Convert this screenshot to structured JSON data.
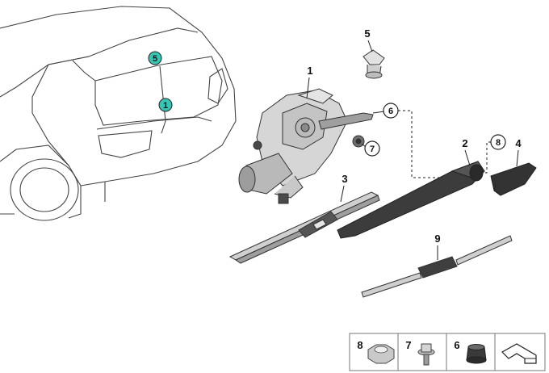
{
  "parts": [
    {
      "number": "1",
      "name": "wiper-motor"
    },
    {
      "number": "2",
      "name": "wiper-arm"
    },
    {
      "number": "3",
      "name": "wiper-blade"
    },
    {
      "number": "4",
      "name": "arm-cover-cap"
    },
    {
      "number": "5",
      "name": "clip"
    },
    {
      "number": "9",
      "name": "wiper-shaft"
    }
  ],
  "callouts": [
    {
      "number": "6",
      "name": "seal-callout"
    },
    {
      "number": "7",
      "name": "bolt-callout"
    },
    {
      "number": "8",
      "name": "nut-callout"
    }
  ],
  "vehicle_markers": [
    "5",
    "1"
  ],
  "legend": [
    "8",
    "7",
    "6"
  ],
  "colors": {
    "marker_fill": "#35c6b6",
    "line": "#333333",
    "part_fill": "#d9d9d9",
    "dark_part": "#3c3c3c"
  }
}
